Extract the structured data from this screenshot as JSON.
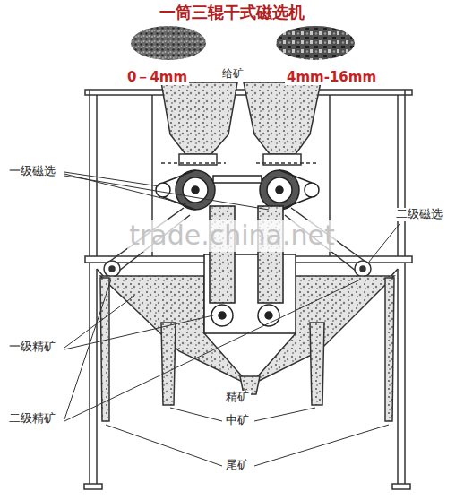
{
  "diagram": {
    "title": "一筒三辊干式磁选机",
    "labels": [
      "给矿",
      "0－4mm",
      "4mm-16mm",
      "一级磁选",
      "二级磁选",
      "一级精矿",
      "二级精矿",
      "精矿",
      "中矿",
      "尾矿",
      "trade.china.net"
    ]
  }
}
